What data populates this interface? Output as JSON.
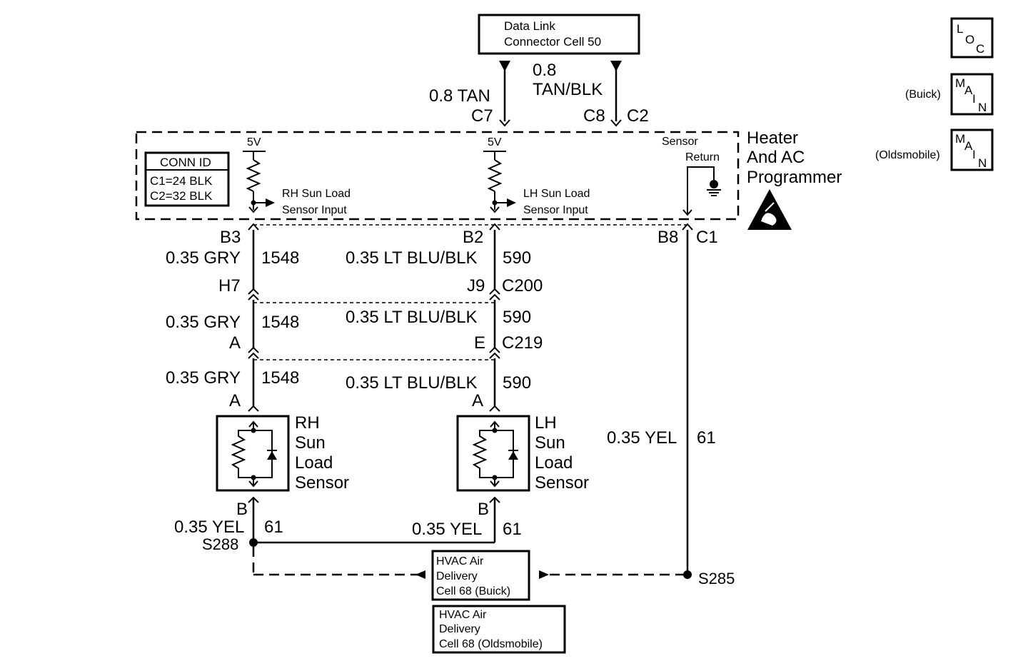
{
  "top_connector": {
    "line1": "Data Link",
    "line2": "Connector Cell 50"
  },
  "wires_top": {
    "left_gauge": "0.8 TAN",
    "left_pin": "C7",
    "right_gauge": "0.8",
    "right_color": "TAN/BLK",
    "right_pin": "C8",
    "right_conn": "C2"
  },
  "module": {
    "name_line1": "Heater",
    "name_line2": "And AC",
    "name_line3": "Programmer",
    "conn_id_title": "CONN ID",
    "conn_id_c1": "C1=24 BLK",
    "conn_id_c2": "C2=32 BLK",
    "v_left": "5V",
    "v_mid": "5V",
    "rh_input_line1": "RH Sun Load",
    "rh_input_line2": "Sensor Input",
    "lh_input_line1": "LH Sun Load",
    "lh_input_line2": "Sensor Input",
    "return_line1": "Sensor",
    "return_line2": "Return",
    "pin_b3": "B3",
    "pin_b2": "B2",
    "pin_b8": "B8",
    "conn_c1": "C1"
  },
  "left_wire": {
    "seg1_gauge": "0.35 GRY",
    "seg1_circuit": "1548",
    "c200_pin": "H7",
    "seg2_gauge": "0.35 GRY",
    "seg2_circuit": "1548",
    "c219_pin": "A",
    "seg3_gauge": "0.35 GRY",
    "seg3_circuit": "1548",
    "sensor_pin_a": "A"
  },
  "mid_wire": {
    "seg1_gauge": "0.35 LT BLU/BLK",
    "seg1_circuit": "590",
    "c200_pin": "J9",
    "c200": "C200",
    "seg2_gauge": "0.35 LT BLU/BLK",
    "seg2_circuit": "590",
    "c219_pin": "E",
    "c219": "C219",
    "seg3_gauge": "0.35 LT BLU/BLK",
    "seg3_circuit": "590",
    "sensor_pin_a": "A"
  },
  "rh_sensor": {
    "l1": "RH",
    "l2": "Sun",
    "l3": "Load",
    "l4": "Sensor"
  },
  "lh_sensor": {
    "l1": "LH",
    "l2": "Sun",
    "l3": "Load",
    "l4": "Sensor"
  },
  "return_wire": {
    "gauge": "0.35 YEL",
    "circuit": "61"
  },
  "bottom": {
    "rh_pin_b": "B",
    "rh_gauge": "0.35 YEL",
    "rh_circuit": "61",
    "splice_left": "S288",
    "lh_pin_b": "B",
    "lh_gauge": "0.35 YEL",
    "lh_circuit": "61",
    "splice_right": "S285"
  },
  "hvac_buick": {
    "l1": "HVAC Air",
    "l2": "Delivery",
    "l3": "Cell 68  (Buick)"
  },
  "hvac_olds": {
    "l1": "HVAC Air",
    "l2": "Delivery",
    "l3": "Cell 68 (Oldsmobile)"
  },
  "legend": {
    "loc_l": "L",
    "loc_o": "O",
    "loc_c": "C",
    "buick_label": "(Buick)",
    "olds_label": "(Oldsmobile)",
    "main_m": "M",
    "main_a": "A",
    "main_i": "I",
    "main_n": "N"
  }
}
